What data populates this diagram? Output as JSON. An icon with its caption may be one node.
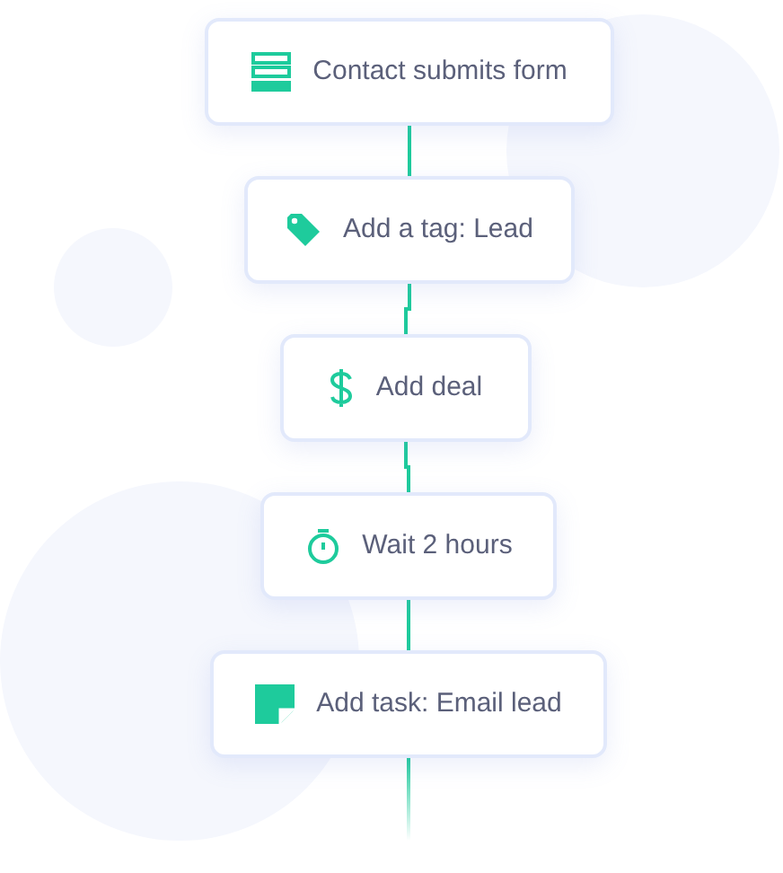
{
  "diagram": {
    "nodes": [
      {
        "text": [
          "Contact submits form"
        ]
      },
      {
        "text": [
          "Add a tag: Lead"
        ]
      },
      {
        "text": [
          "Add deal"
        ]
      },
      {
        "text": [
          "Wait 2 hours"
        ]
      },
      {
        "text": [
          "Add task: Email lead"
        ]
      }
    ],
    "edges": [
      {
        "from": 0,
        "to": 1,
        "arrow": "none"
      },
      {
        "from": 1,
        "to": 2,
        "arrow": "none"
      },
      {
        "from": 2,
        "to": 3,
        "arrow": "none"
      },
      {
        "from": 3,
        "to": 4,
        "arrow": "none"
      },
      {
        "from": 4,
        "to": null,
        "arrow": "none"
      }
    ]
  }
}
